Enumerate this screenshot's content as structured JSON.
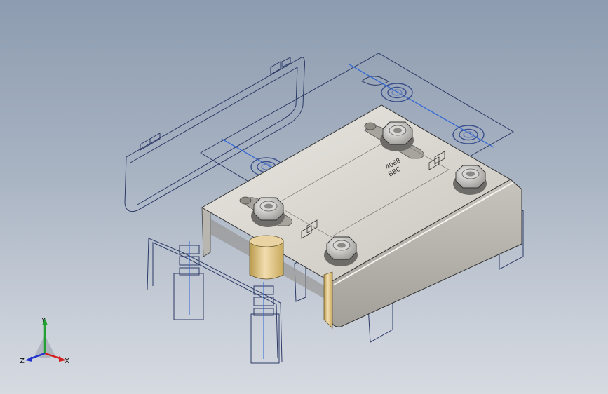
{
  "viewport": {
    "background_top": "#8d9cb0",
    "background_bottom": "#d6dae1"
  },
  "part": {
    "engraving_line1": "4068",
    "engraving_line2": "BBC"
  },
  "triad": {
    "x_label": "X",
    "y_label": "Y",
    "z_label": "Z",
    "x_color": "#d42020",
    "y_color": "#22a033",
    "z_color": "#2233cc"
  }
}
